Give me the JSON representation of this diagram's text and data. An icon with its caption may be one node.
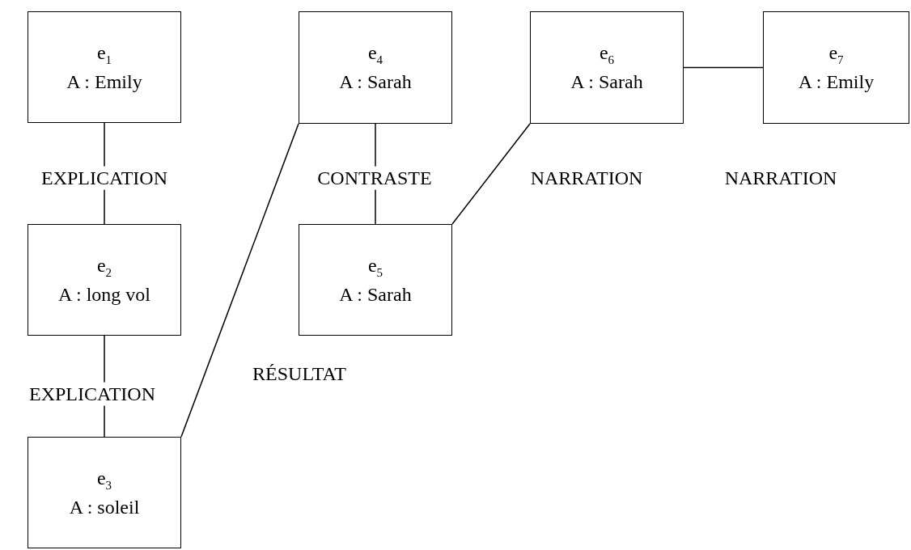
{
  "diagram": {
    "nodes": [
      {
        "text": [
          "e$_{1}$",
          "A : Emily"
        ]
      },
      {
        "text": [
          "e$_{2}$",
          "A : long vol"
        ]
      },
      {
        "text": [
          "e$_{3}$",
          "A : soleil"
        ]
      },
      {
        "text": [
          "e$_{4}$",
          "A : Sarah"
        ]
      },
      {
        "text": [
          "e$_{5}$",
          "A : Sarah"
        ]
      },
      {
        "text": [
          "e$_{6}$",
          "A : Sarah"
        ]
      },
      {
        "text": [
          "e$_{7}$",
          "A : Emily"
        ]
      }
    ],
    "edges": [
      {
        "from": 0,
        "to": 1,
        "arrow": "none",
        "label": "EXPLICATION"
      },
      {
        "from": 1,
        "to": 2,
        "arrow": "none",
        "label": "EXPLICATION"
      },
      {
        "from": 2,
        "to": 3,
        "arrow": "none",
        "label": "RÉSULTAT"
      },
      {
        "from": 3,
        "to": 4,
        "arrow": "none",
        "label": "CONTRASTE"
      },
      {
        "from": 4,
        "to": 5,
        "arrow": "none",
        "label": "NARRATION"
      },
      {
        "from": 5,
        "to": 6,
        "arrow": "none"
      }
    ],
    "labels": [
      "NARRATION"
    ]
  }
}
